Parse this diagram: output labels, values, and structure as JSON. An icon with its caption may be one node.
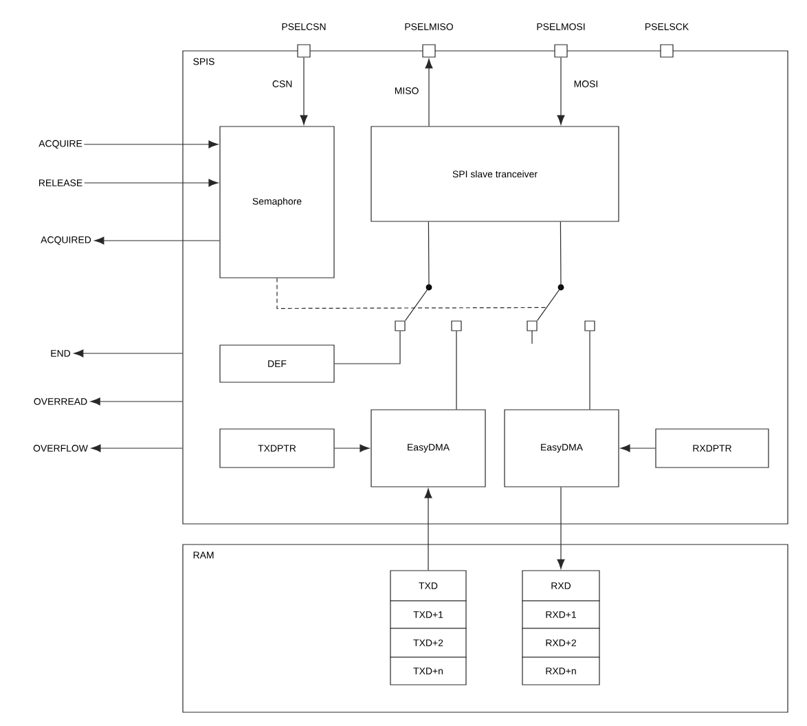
{
  "diagram": {
    "nodes": [
      {
        "text": [
          "SPIS"
        ]
      },
      {
        "text": [
          "RAM"
        ]
      },
      {
        "text": [
          "PSELCSN"
        ]
      },
      {
        "text": [
          "PSELMISO"
        ]
      },
      {
        "text": [
          "PSELMOSI"
        ]
      },
      {
        "text": [
          "PSELSCK"
        ]
      },
      {
        "text": [
          "Semaphore"
        ],
        "in": 0
      },
      {
        "text": [
          "SPI slave tranceiver"
        ],
        "in": 0
      },
      {
        "text": [
          "DEF"
        ],
        "in": 0
      },
      {
        "text": [
          "TXDPTR"
        ],
        "in": 0
      },
      {
        "text": [
          "EasyDMA"
        ],
        "in": 0
      },
      {
        "text": [
          "EasyDMA"
        ],
        "in": 0
      },
      {
        "text": [
          "RXDPTR"
        ],
        "in": 0
      },
      {
        "text": [],
        "shape": "box",
        "in": 0
      },
      {
        "text": [],
        "shape": "box",
        "in": 0
      },
      {
        "text": [],
        "shape": "box",
        "in": 0
      },
      {
        "text": [],
        "shape": "box",
        "in": 0
      },
      {
        "text": [
          "ACQUIRE"
        ]
      },
      {
        "text": [
          "RELEASE"
        ]
      },
      {
        "text": [
          "ACQUIRED"
        ]
      },
      {
        "text": [
          "END"
        ]
      },
      {
        "text": [
          "OVERREAD"
        ]
      },
      {
        "text": [
          "OVERFLOW"
        ]
      },
      {
        "text": [
          "TXD"
        ],
        "in": 1
      },
      {
        "text": [
          "TXD+1"
        ],
        "in": 1
      },
      {
        "text": [
          "TXD+2"
        ],
        "in": 1
      },
      {
        "text": [
          "TXD+n"
        ],
        "in": 1
      },
      {
        "text": [
          "RXD"
        ],
        "in": 1
      },
      {
        "text": [
          "RXD+1"
        ],
        "in": 1
      },
      {
        "text": [
          "RXD+2"
        ],
        "in": 1
      },
      {
        "text": [
          "RXD+n"
        ],
        "in": 1
      }
    ],
    "edges": [
      {
        "from": 2,
        "to": 6,
        "arrow": "to",
        "label": "CSN"
      },
      {
        "from": 7,
        "to": 3,
        "arrow": "to",
        "label": "MISO"
      },
      {
        "from": 4,
        "to": 7,
        "arrow": "to",
        "label": "MOSI"
      },
      {
        "from": 17,
        "to": 6,
        "arrow": "to"
      },
      {
        "from": 18,
        "to": 6,
        "arrow": "to"
      },
      {
        "from": 6,
        "to": 19,
        "arrow": "to"
      },
      {
        "from": 0,
        "to": 20,
        "arrow": "to"
      },
      {
        "from": 0,
        "to": 21,
        "arrow": "to"
      },
      {
        "from": 0,
        "to": 22,
        "arrow": "to"
      },
      {
        "from": 6,
        "to": 15,
        "arrow": "none",
        "style": "dashed"
      },
      {
        "from": 7,
        "to": 13,
        "arrow": "none"
      },
      {
        "from": 7,
        "to": 15,
        "arrow": "none"
      },
      {
        "from": 8,
        "to": 13,
        "arrow": "none"
      },
      {
        "from": 14,
        "to": 10,
        "arrow": "none"
      },
      {
        "from": 16,
        "to": 11,
        "arrow": "none"
      },
      {
        "from": 9,
        "to": 10,
        "arrow": "to"
      },
      {
        "from": 12,
        "to": 11,
        "arrow": "to"
      },
      {
        "from": 23,
        "to": 10,
        "arrow": "to"
      },
      {
        "from": 11,
        "to": 27,
        "arrow": "to"
      }
    ]
  }
}
